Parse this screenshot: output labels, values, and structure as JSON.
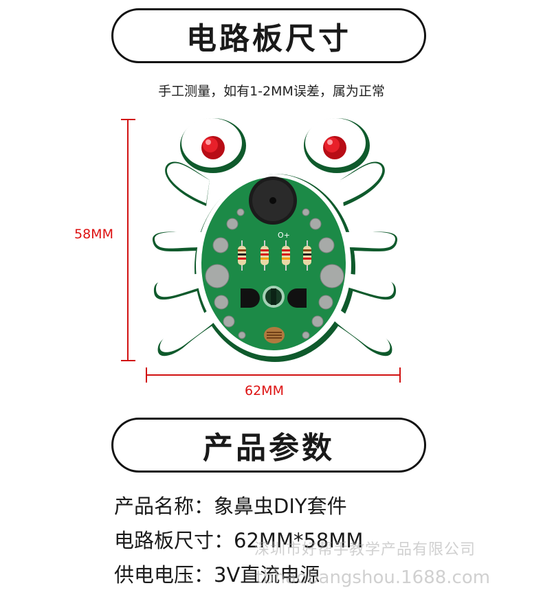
{
  "header": {
    "board_size_title": "电路板尺寸"
  },
  "note": "手工测量，如有1-2MM误差，属为正常",
  "dimensions": {
    "height_label": "58MM",
    "width_label": "62MM"
  },
  "params_title": "产品参数",
  "specs": [
    {
      "label": "产品名称：",
      "value": "象鼻虫DIY套件"
    },
    {
      "label": "电路板尺寸：",
      "value": "62MM*58MM"
    },
    {
      "label": "供电电压：",
      "value": "3V直流电源"
    }
  ],
  "watermark": {
    "company": "深圳市好帮手教学产品有限公司",
    "site": "tbhaobangshou.1688.com"
  },
  "colors": {
    "pcb": "#1c8a47",
    "outline": "#0f5a2c",
    "dim_line": "#d11111",
    "led": "#d4101a"
  },
  "board_silkscreen": {
    "polarity_mark": "O+"
  }
}
